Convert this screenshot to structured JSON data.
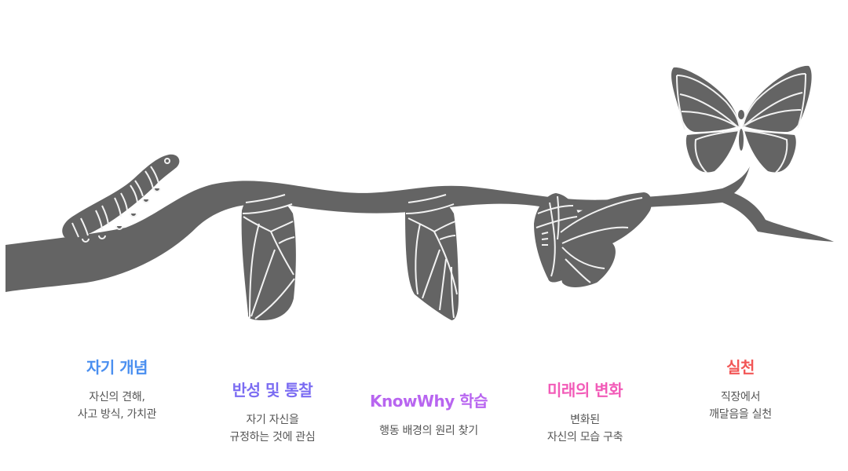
{
  "diagram": {
    "type": "butterfly-metamorphosis-stages",
    "illustration_color": "#646464",
    "line_color": "#f2f2f2"
  },
  "stages": [
    {
      "title": "자기 개념",
      "color": "#4a8ff0",
      "icon": "caterpillar-icon",
      "desc_lines": [
        "자신의 견해,",
        "사고 방식, 가치관"
      ]
    },
    {
      "title": "반성 및 통찰",
      "color": "#7b6cf2",
      "icon": "chrysalis-icon",
      "desc_lines": [
        "자기 자신을",
        "규정하는 것에 관심"
      ]
    },
    {
      "title": "KnowWhy 학습",
      "color": "#b865f0",
      "icon": "chrysalis-icon",
      "desc_lines": [
        "행동 배경의 원리 찾기"
      ]
    },
    {
      "title": "미래의 변화",
      "color": "#f25bb8",
      "icon": "emerging-butterfly-icon",
      "desc_lines": [
        "변화된",
        "자신의 모습 구축"
      ]
    },
    {
      "title": "실천",
      "color": "#f25757",
      "icon": "butterfly-icon",
      "desc_lines": [
        "직장에서",
        "깨달음을 실천"
      ]
    }
  ]
}
